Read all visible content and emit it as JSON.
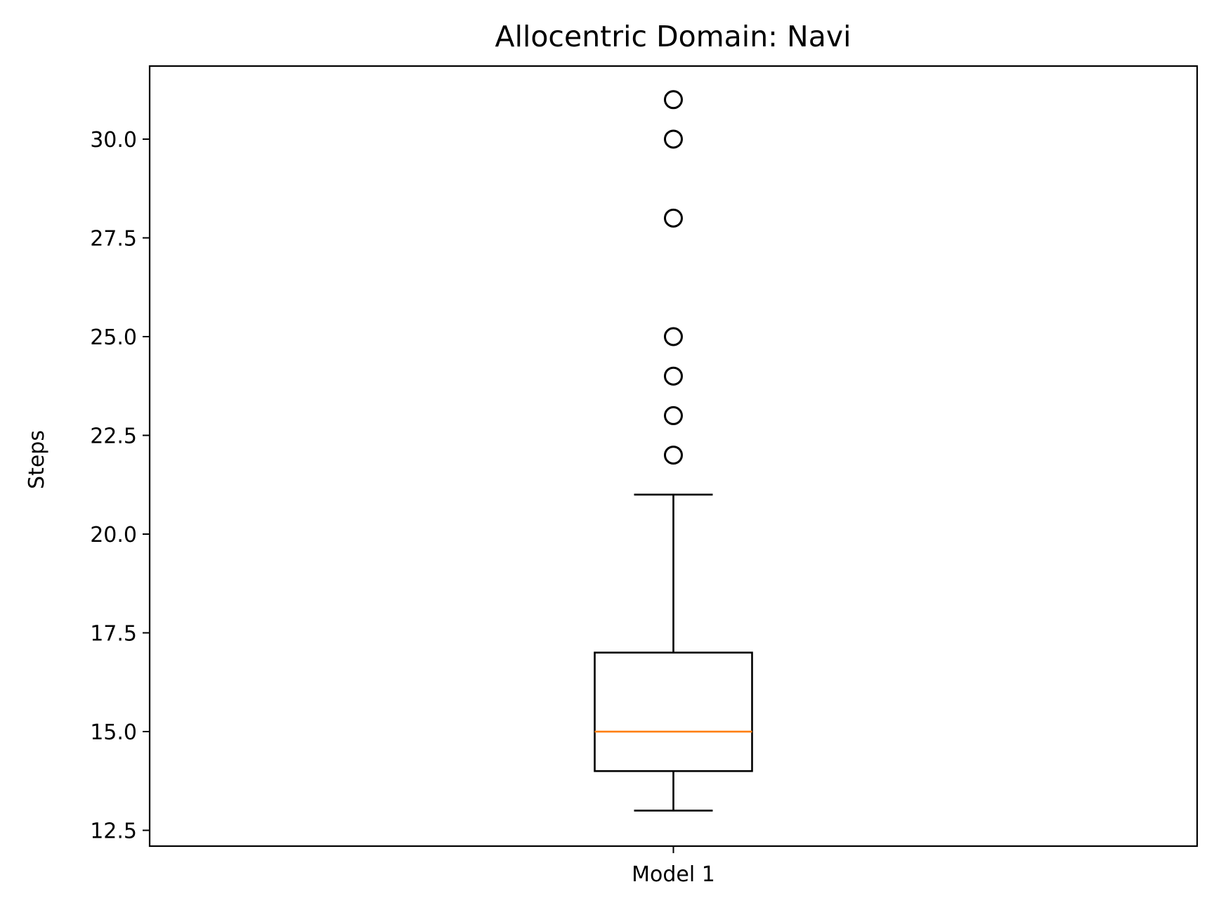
{
  "chart_data": {
    "type": "box",
    "title": "Allocentric Domain: Navi",
    "xlabel": "",
    "ylabel": "Steps",
    "categories": [
      "Model 1"
    ],
    "ylim": [
      12.1,
      31.85
    ],
    "yticks": [
      12.5,
      15.0,
      17.5,
      20.0,
      22.5,
      25.0,
      27.5,
      30.0
    ],
    "ytick_labels": [
      "12.5",
      "15.0",
      "17.5",
      "20.0",
      "22.5",
      "25.0",
      "27.5",
      "30.0"
    ],
    "grid": false,
    "boxes": [
      {
        "category": "Model 1",
        "whisker_low": 13,
        "q1": 14,
        "median": 15,
        "q3": 17,
        "whisker_high": 21,
        "outliers": [
          22,
          23,
          24,
          25,
          28,
          30,
          31
        ]
      }
    ],
    "colors": {
      "box": "#000000",
      "median": "#ff7f0e",
      "outlier": "#000000"
    }
  }
}
